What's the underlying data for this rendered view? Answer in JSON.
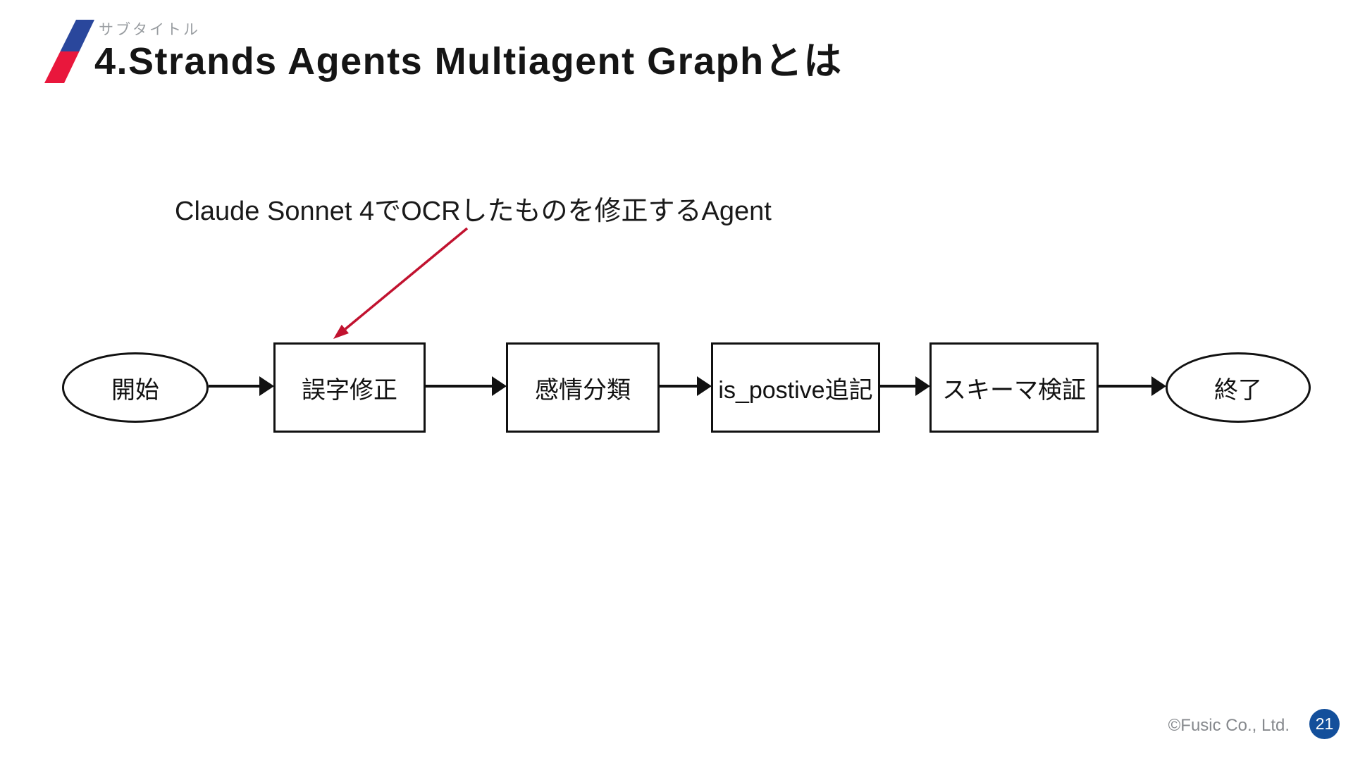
{
  "header": {
    "subtitle": "サブタイトル",
    "title": "4.Strands Agents Multiagent Graphとは"
  },
  "colors": {
    "logo_blue": "#2a479c",
    "logo_red": "#e9173c",
    "annotation_arrow_red": "#c1122f",
    "node_border_black": "#111111",
    "page_badge_blue": "#134f9b",
    "muted_gray_text": "#86898d"
  },
  "annotation": {
    "text": "Claude Sonnet 4でOCRしたものを修正するAgent"
  },
  "flowchart": {
    "nodes": [
      {
        "label": "開始",
        "shape": "ellipse"
      },
      {
        "label": "誤字修正",
        "shape": "rect"
      },
      {
        "label": "感情分類",
        "shape": "rect"
      },
      {
        "label": "is_postive追記",
        "shape": "rect"
      },
      {
        "label": "スキーマ検証",
        "shape": "rect"
      },
      {
        "label": "終了",
        "shape": "ellipse"
      }
    ],
    "flow_order": "開始 → 誤字修正 → 感情分類 → is_postive追記 → スキーマ検証 → 終了"
  },
  "footer": {
    "copyright": "©Fusic Co., Ltd.",
    "page_number": "21"
  }
}
